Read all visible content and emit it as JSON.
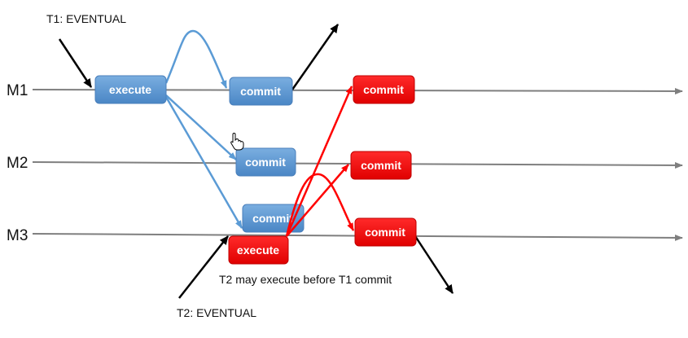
{
  "lanes": {
    "m1": "M1",
    "m2": "M2",
    "m3": "M3"
  },
  "transactions": {
    "t1": "T1: EVENTUAL",
    "t2": "T2: EVENTUAL"
  },
  "note": "T2 may execute before T1 commit",
  "boxes": {
    "t1_execute": "execute",
    "t1_commit_m1": "commit",
    "t1_commit_m2": "commit",
    "t1_commit_m3": "commit",
    "t2_execute": "execute",
    "t2_commit_m1": "commit",
    "t2_commit_m2": "commit",
    "t2_commit_m3": "commit"
  },
  "colors": {
    "t1": "#5b9bd5",
    "t2": "#ff0000",
    "lane": "#7f7f7f",
    "text": "#111111"
  }
}
